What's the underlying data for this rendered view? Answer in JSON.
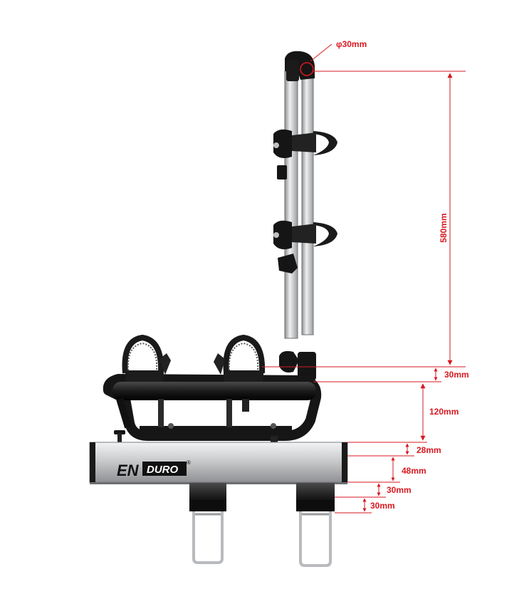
{
  "brand": {
    "name_left": "EN",
    "name_right": "DURO",
    "mark": "®"
  },
  "dimensions": {
    "diameter": "φ30mm",
    "mast_height": "580mm",
    "gap_top": "30mm",
    "platform_height": "120mm",
    "beam_top": "28mm",
    "beam_body": "48mm",
    "clamp_upper": "30mm",
    "clamp_lower": "30mm"
  },
  "colors": {
    "dimension": "#d71920",
    "frame": "#1a1a1a",
    "aluminium": "#c9cbcd"
  }
}
